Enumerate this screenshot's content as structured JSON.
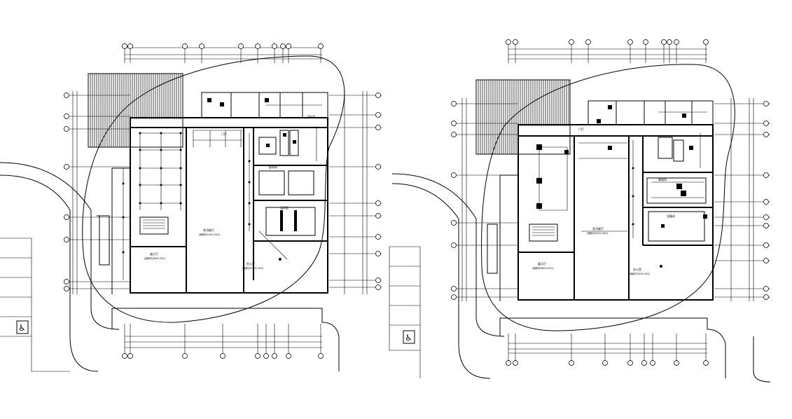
{
  "drawing": {
    "background": "#ffffff",
    "line_color": "#000000"
  },
  "plans": [
    {
      "id": "left-plan",
      "room_labels": [
        {
          "text": "门厅",
          "kind": "room"
        },
        {
          "text": "配电间",
          "kind": "room"
        },
        {
          "text": "值班室",
          "kind": "room"
        },
        {
          "text": "卫生间",
          "kind": "room"
        },
        {
          "text": "多功能厅",
          "kind": "room"
        },
        {
          "text": "(面积约2400.200)",
          "kind": "note"
        },
        {
          "text": "展示厅",
          "kind": "room"
        },
        {
          "text": "(面积约2800.200)",
          "kind": "note"
        },
        {
          "text": "办公室",
          "kind": "room"
        },
        {
          "text": "(面积约2900.200)",
          "kind": "note"
        }
      ]
    },
    {
      "id": "right-plan",
      "room_labels": [
        {
          "text": "门厅",
          "kind": "room"
        },
        {
          "text": "弱电间",
          "kind": "room"
        },
        {
          "text": "设备间",
          "kind": "room"
        },
        {
          "text": "多功能厅",
          "kind": "room"
        },
        {
          "text": "(面积约2400.200)",
          "kind": "note"
        },
        {
          "text": "展示厅",
          "kind": "room"
        },
        {
          "text": "(面积约2800.200)",
          "kind": "note"
        },
        {
          "text": "办公室",
          "kind": "room"
        },
        {
          "text": "(面积约2900.200)",
          "kind": "note"
        }
      ]
    }
  ],
  "icons": [
    {
      "name": "accessible-parking-icon",
      "symbol": "♿"
    },
    {
      "name": "accessible-parking-icon",
      "symbol": "♿"
    }
  ]
}
